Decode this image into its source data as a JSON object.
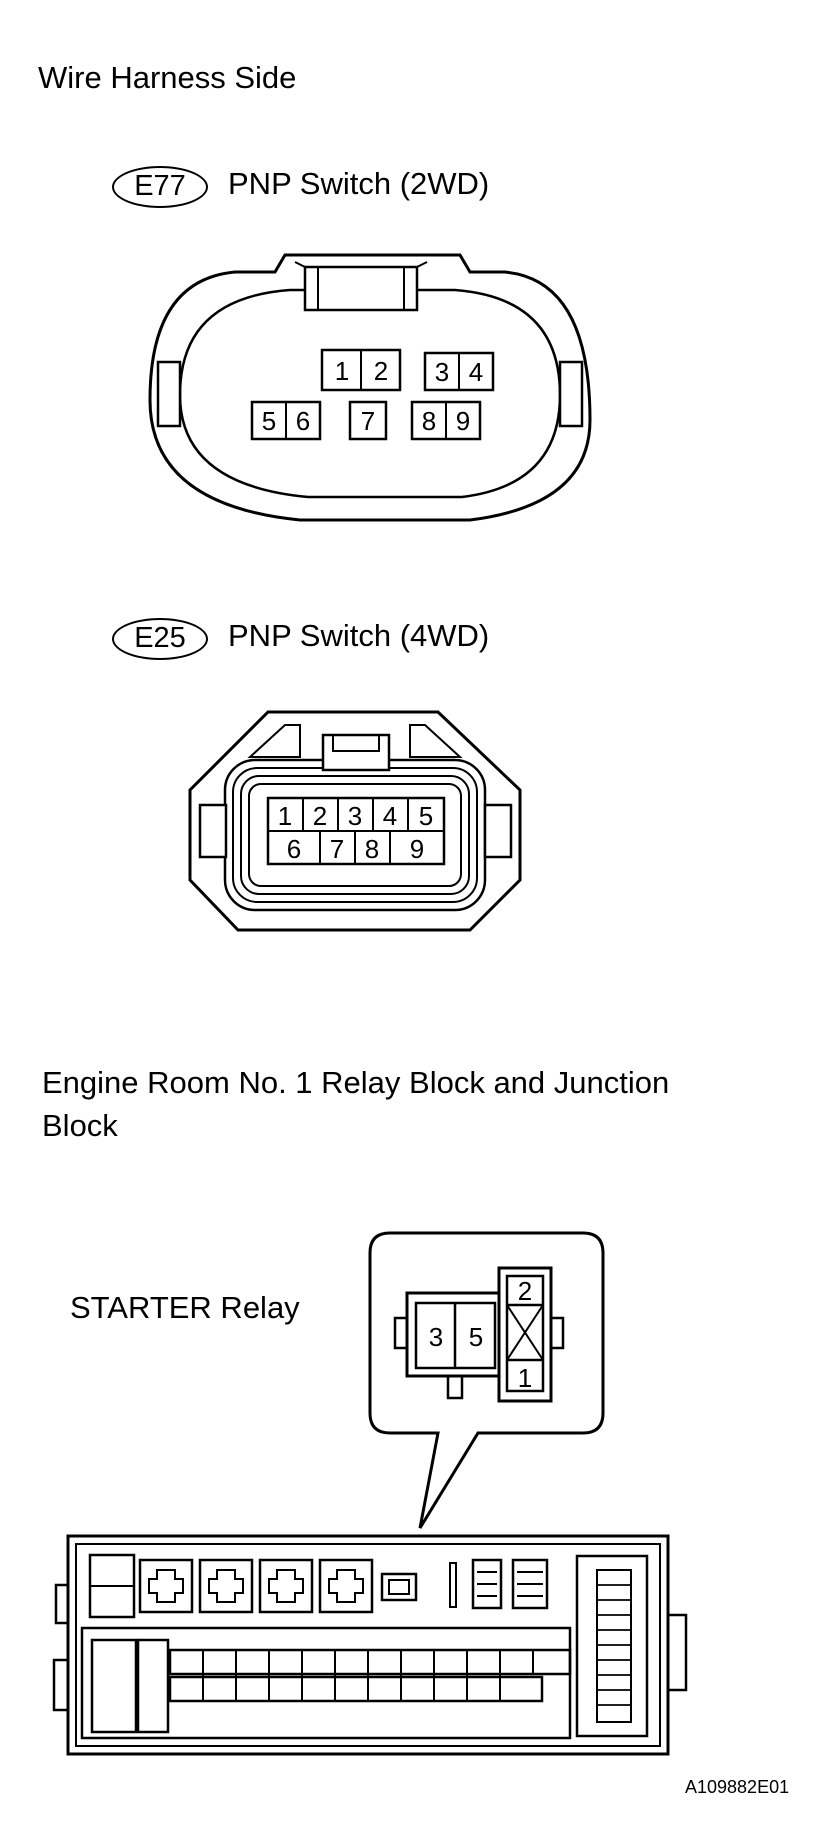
{
  "section_title": "Wire Harness Side",
  "connector_e77": {
    "code": "E77",
    "name": "PNP Switch (2WD)",
    "pins_top": [
      "1",
      "2",
      "3",
      "4"
    ],
    "pins_bottom": [
      "5",
      "6",
      "7",
      "8",
      "9"
    ]
  },
  "connector_e25": {
    "code": "E25",
    "name": "PNP Switch (4WD)",
    "pins_top": [
      "1",
      "2",
      "3",
      "4",
      "5"
    ],
    "pins_bottom": [
      "6",
      "7",
      "8",
      "9"
    ]
  },
  "relay_block": {
    "title_line1": "Engine Room No. 1 Relay Block and Junction",
    "title_line2": "Block",
    "relay_label": "STARTER Relay",
    "relay_pins": [
      "3",
      "5",
      "2",
      "1"
    ]
  },
  "figure_id": "A109882E01"
}
